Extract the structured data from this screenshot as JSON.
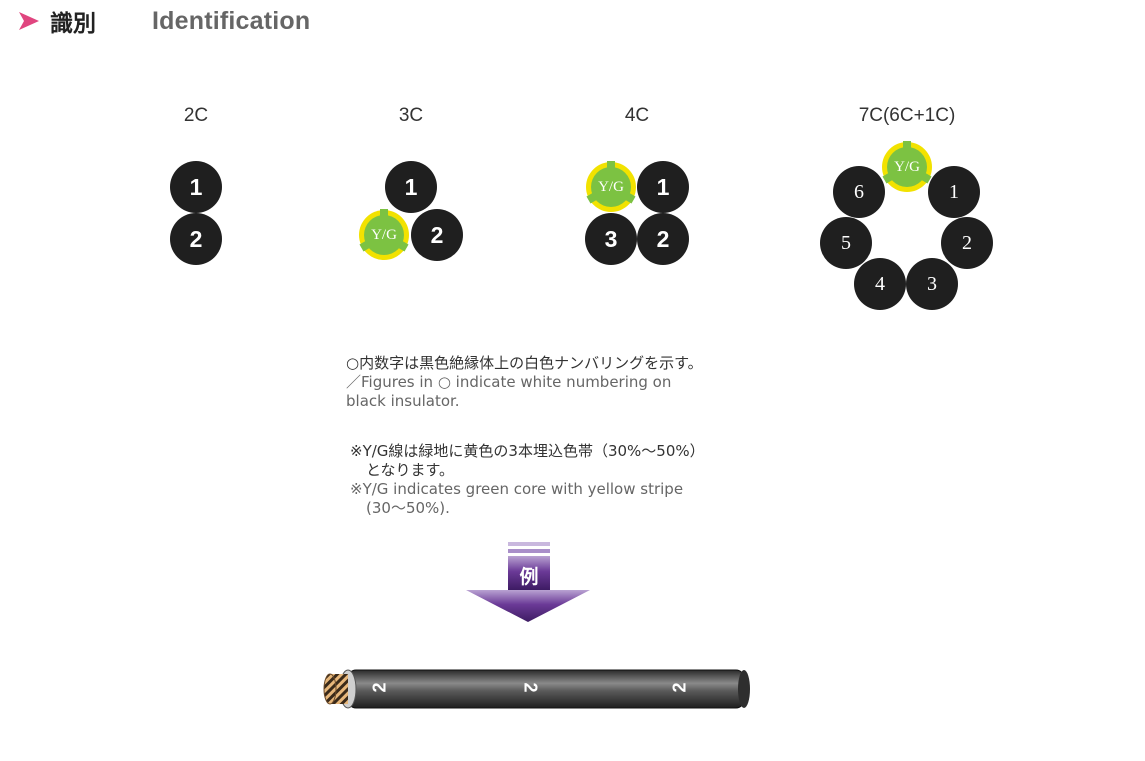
{
  "header": {
    "title_ja": "識別",
    "title_en": "Identification"
  },
  "groups": [
    {
      "label": "2C",
      "cores": [
        "1",
        "2"
      ]
    },
    {
      "label": "3C",
      "cores": [
        "1",
        "Y/G",
        "2"
      ]
    },
    {
      "label": "4C",
      "cores": [
        "Y/G",
        "1",
        "3",
        "2"
      ]
    },
    {
      "label": "7C(6C+1C)",
      "cores": [
        "Y/G",
        "1",
        "2",
        "3",
        "4",
        "5",
        "6"
      ]
    }
  ],
  "notes": {
    "numbering_ja": "○内数字は黒色絶縁体上の白色ナンバリングを示す。",
    "numbering_en_1": "／Figures in ○ indicate white numbering on",
    "numbering_en_2": "black insulator.",
    "yg_ja_1": "※Y/G線は緑地に黄色の3本埋込色帯（30%〜50%）",
    "yg_ja_2": "となります。",
    "yg_en_1": "※Y/G indicates green core with yellow stripe",
    "yg_en_2": "(30〜50%)."
  },
  "example": {
    "label": "例",
    "cable_numbers": [
      "2",
      "2",
      "2"
    ]
  },
  "colors": {
    "accent": "#e0457f",
    "core": "#1f1f1f",
    "green": "#7cc242",
    "yellow": "#f2e200",
    "arrow": "#5a2a82"
  }
}
